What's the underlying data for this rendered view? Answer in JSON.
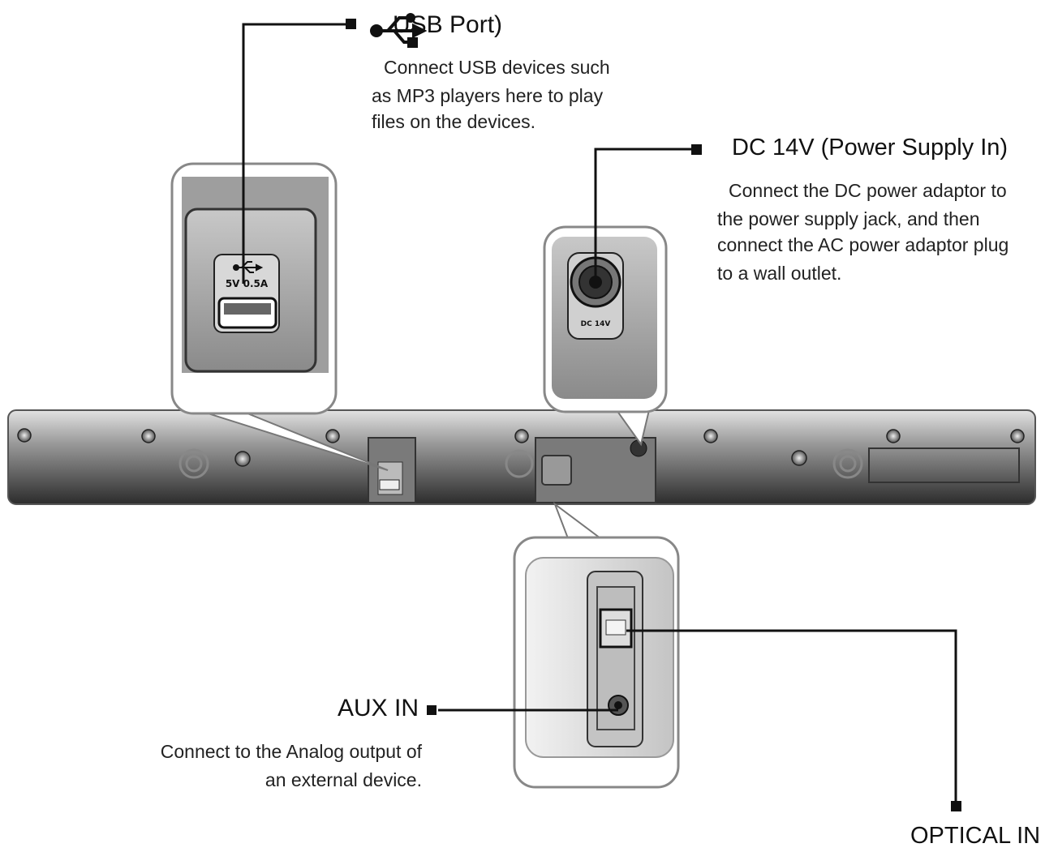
{
  "usb": {
    "title": "USB Port)",
    "desc": [
      "Connect USB devices such",
      "as MP3 players here to play",
      "files on the devices."
    ],
    "port_label": "5V 0.5A",
    "icon": "usb-icon"
  },
  "dc": {
    "title": "DC 14V (Power Supply In)",
    "desc": [
      "Connect the DC power adaptor to",
      "the power supply jack, and then",
      "connect the AC power adaptor plug",
      "to a wall outlet."
    ],
    "port_label": "DC 14V"
  },
  "aux": {
    "title": "AUX IN",
    "desc": [
      "Connect to the Analog output of",
      "an external device."
    ]
  },
  "optical": {
    "title": "OPTICAL IN"
  }
}
